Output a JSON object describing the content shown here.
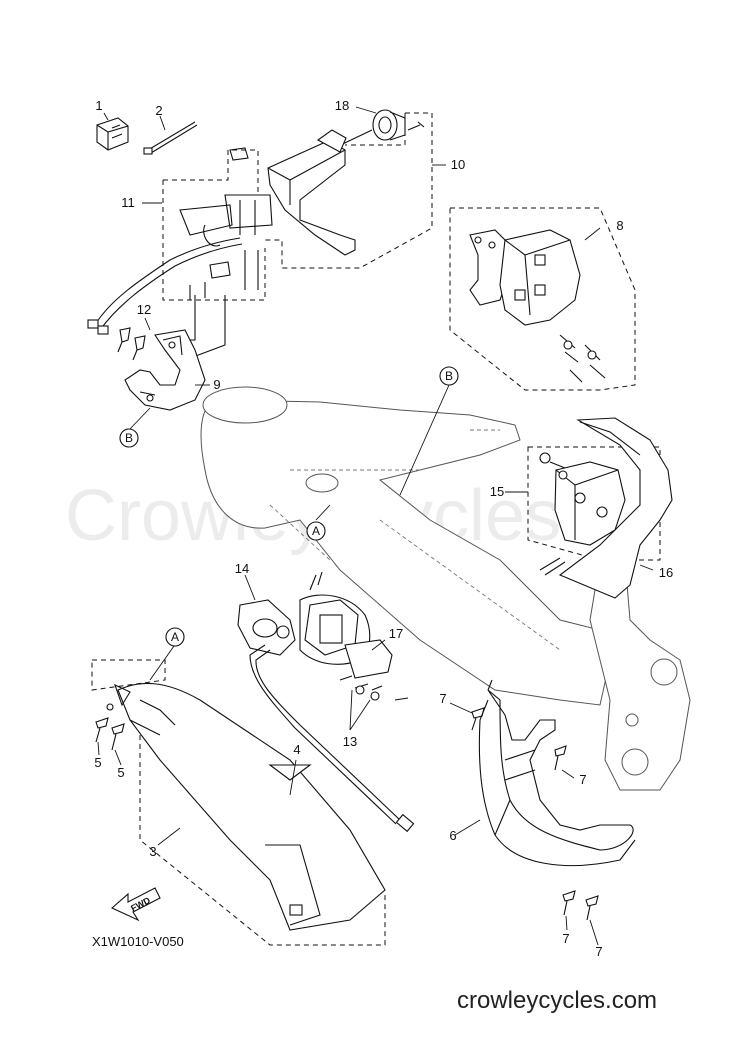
{
  "watermark": "Crowley Cycles",
  "drawing_code": "X1W1010-V050",
  "footer_url": "crowleycycles.com",
  "fwd_label": "FWD",
  "ref_marks": {
    "a1": "A",
    "a2": "A",
    "b1": "B",
    "b2": "B"
  },
  "callouts": {
    "c1": "1",
    "c2": "2",
    "c3": "3",
    "c4": "4",
    "c5a": "5",
    "c5b": "5",
    "c6": "6",
    "c7a": "7",
    "c7b": "7",
    "c7c": "7",
    "c7d": "7",
    "c8": "8",
    "c9": "9",
    "c10": "10",
    "c11": "11",
    "c12": "12",
    "c13": "13",
    "c14": "14",
    "c15": "15",
    "c16": "16",
    "c17": "17",
    "c18": "18"
  }
}
